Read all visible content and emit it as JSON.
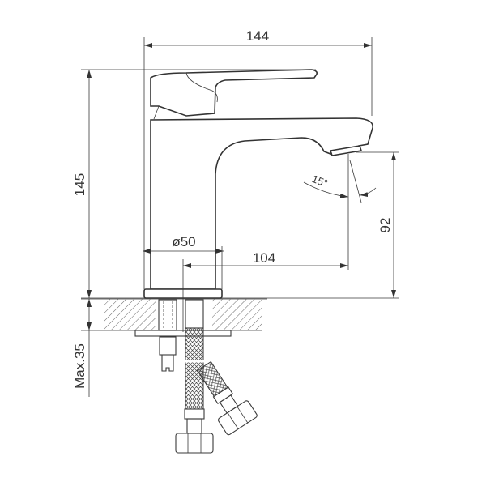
{
  "drawing": {
    "dimensions": {
      "overall_width": "144",
      "overall_height": "145",
      "spout_height": "92",
      "spout_reach": "104",
      "base_diameter": "ø50",
      "spray_angle": "15°",
      "max_counter_thickness": "Max.35"
    },
    "colors": {
      "line": "#333333",
      "background": "#ffffff"
    }
  }
}
